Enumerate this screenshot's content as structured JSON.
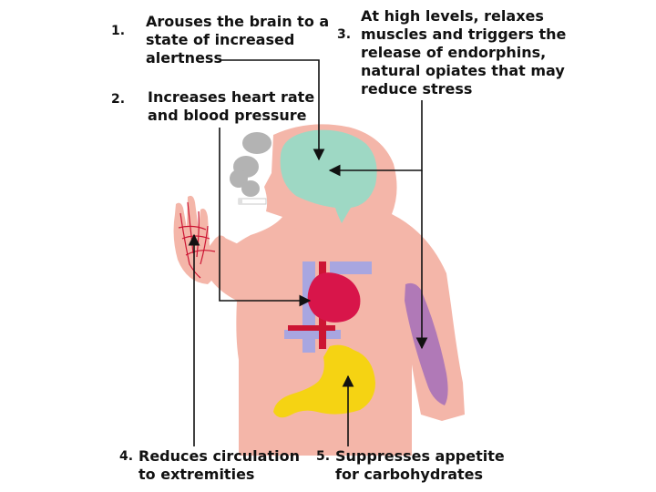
{
  "colors": {
    "skin": "#f4b6a9",
    "brain": "#9ed8c4",
    "heart": "#d8154a",
    "vessels": "#a8a6e0",
    "stomach": "#f5d313",
    "muscle": "#b079b7",
    "smoke": "#b3b3b3",
    "veins": "#cc1533",
    "arrow": "#111111"
  },
  "annotations": [
    {
      "number": "1.",
      "lines": [
        "Arouses the brain to a",
        "state of increased",
        "alertness"
      ],
      "icon": "brain-icon"
    },
    {
      "number": "2.",
      "lines": [
        "Increases heart rate",
        "and blood pressure"
      ],
      "icon": "heart-icon"
    },
    {
      "number": "3.",
      "lines": [
        "At high levels, relaxes",
        "muscles and triggers the",
        "release of endorphins,",
        "natural opiates that may",
        "reduce stress"
      ],
      "icon": "muscle-icon"
    },
    {
      "number": "4.",
      "lines": [
        "Reduces circulation",
        "to extremities"
      ],
      "icon": "hand-icon"
    },
    {
      "number": "5.",
      "lines": [
        "Suppresses appetite",
        "for carbohydrates"
      ],
      "icon": "stomach-icon"
    }
  ]
}
